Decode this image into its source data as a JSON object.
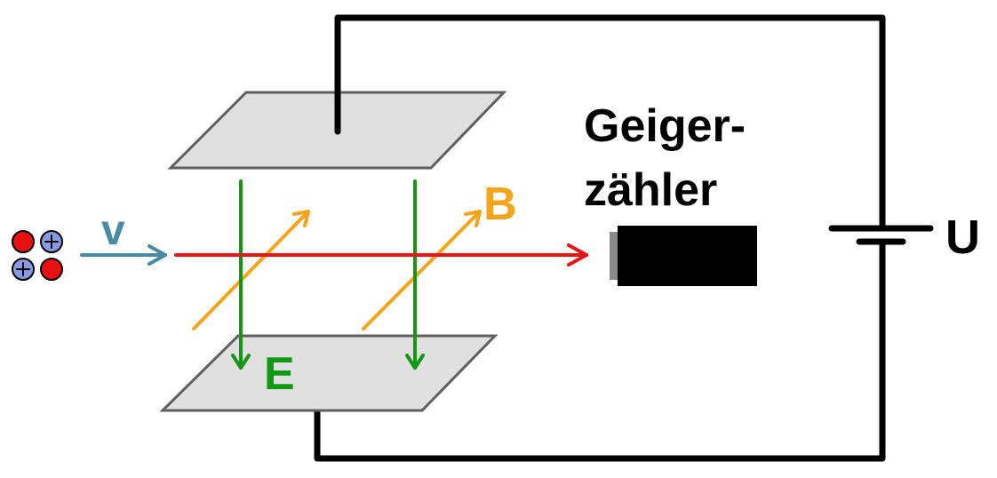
{
  "labels": {
    "geiger_line1": "Geiger-",
    "geiger_line2": "zähler",
    "voltage": "U",
    "velocity": "v",
    "magnetic_field": "B",
    "electric_field": "E"
  },
  "colors": {
    "background": "#ffffff",
    "wire": "#000000",
    "plate_fill": "#e0e0e0",
    "plate_stroke": "#606060",
    "e_field": "#129812",
    "b_field": "#f5a41c",
    "velocity": "#4a8aa4",
    "beam": "#e61616",
    "proton": "#e81010",
    "neutron": "#8a9ae0",
    "detector": "#000000"
  },
  "particles": [
    {
      "kind": "proton",
      "symbol": ""
    },
    {
      "kind": "neutron",
      "symbol": "+"
    },
    {
      "kind": "neutron",
      "symbol": "+"
    },
    {
      "kind": "proton",
      "symbol": ""
    }
  ]
}
